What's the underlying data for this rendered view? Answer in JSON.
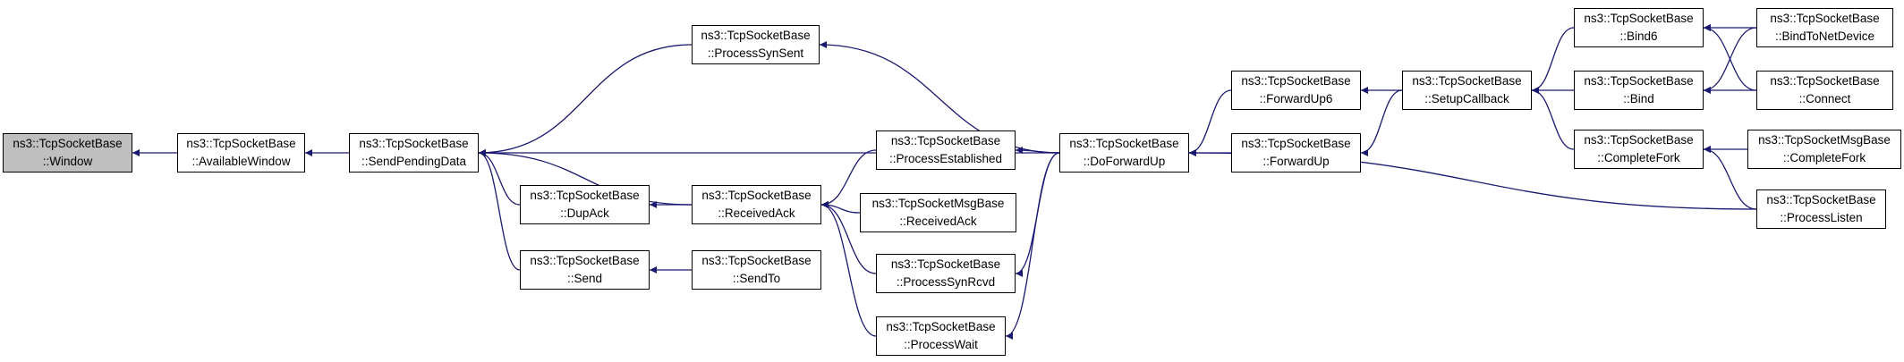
{
  "colors": {
    "edge": "#191970",
    "root_fill": "#bfbfbf",
    "node_fill": "#ffffff",
    "border": "#000000"
  },
  "nodes": {
    "window": {
      "line1": "ns3::TcpSocketBase",
      "line2": "::Window"
    },
    "available_window": {
      "line1": "ns3::TcpSocketBase",
      "line2": "::AvailableWindow"
    },
    "send_pending_data": {
      "line1": "ns3::TcpSocketBase",
      "line2": "::SendPendingData"
    },
    "process_syn_sent": {
      "line1": "ns3::TcpSocketBase",
      "line2": "::ProcessSynSent"
    },
    "dup_ack": {
      "line1": "ns3::TcpSocketBase",
      "line2": "::DupAck"
    },
    "send": {
      "line1": "ns3::TcpSocketBase",
      "line2": "::Send"
    },
    "process_established": {
      "line1": "ns3::TcpSocketBase",
      "line2": "::ProcessEstablished"
    },
    "received_ack": {
      "line1": "ns3::TcpSocketBase",
      "line2": "::ReceivedAck"
    },
    "msg_received_ack": {
      "line1": "ns3::TcpSocketMsgBase",
      "line2": "::ReceivedAck"
    },
    "process_syn_rcvd": {
      "line1": "ns3::TcpSocketBase",
      "line2": "::ProcessSynRcvd"
    },
    "send_to": {
      "line1": "ns3::TcpSocketBase",
      "line2": "::SendTo"
    },
    "process_wait": {
      "line1": "ns3::TcpSocketBase",
      "line2": "::ProcessWait"
    },
    "do_forward_up": {
      "line1": "ns3::TcpSocketBase",
      "line2": "::DoForwardUp"
    },
    "forward_up6": {
      "line1": "ns3::TcpSocketBase",
      "line2": "::ForwardUp6"
    },
    "forward_up": {
      "line1": "ns3::TcpSocketBase",
      "line2": "::ForwardUp"
    },
    "setup_callback": {
      "line1": "ns3::TcpSocketBase",
      "line2": "::SetupCallback"
    },
    "bind6": {
      "line1": "ns3::TcpSocketBase",
      "line2": "::Bind6"
    },
    "bind": {
      "line1": "ns3::TcpSocketBase",
      "line2": "::Bind"
    },
    "complete_fork": {
      "line1": "ns3::TcpSocketBase",
      "line2": "::CompleteFork"
    },
    "bind_to_net_device": {
      "line1": "ns3::TcpSocketBase",
      "line2": "::BindToNetDevice"
    },
    "connect": {
      "line1": "ns3::TcpSocketBase",
      "line2": "::Connect"
    },
    "msg_complete_fork": {
      "line1": "ns3::TcpSocketMsgBase",
      "line2": "::CompleteFork"
    },
    "process_listen": {
      "line1": "ns3::TcpSocketBase",
      "line2": "::ProcessListen"
    }
  },
  "edges": [
    {
      "from": "available_window",
      "to": "window"
    },
    {
      "from": "send_pending_data",
      "to": "available_window"
    },
    {
      "from": "process_syn_sent",
      "to": "send_pending_data"
    },
    {
      "from": "do_forward_up",
      "to": "send_pending_data"
    },
    {
      "from": "received_ack",
      "to": "send_pending_data"
    },
    {
      "from": "dup_ack",
      "to": "send_pending_data"
    },
    {
      "from": "send",
      "to": "send_pending_data"
    },
    {
      "from": "received_ack",
      "to": "dup_ack"
    },
    {
      "from": "send_to",
      "to": "send"
    },
    {
      "from": "do_forward_up",
      "to": "process_syn_sent"
    },
    {
      "from": "do_forward_up",
      "to": "process_established"
    },
    {
      "from": "process_established",
      "to": "received_ack"
    },
    {
      "from": "msg_received_ack",
      "to": "received_ack"
    },
    {
      "from": "process_syn_rcvd",
      "to": "received_ack"
    },
    {
      "from": "process_wait",
      "to": "received_ack"
    },
    {
      "from": "do_forward_up",
      "to": "process_syn_rcvd"
    },
    {
      "from": "do_forward_up",
      "to": "process_wait"
    },
    {
      "from": "forward_up6",
      "to": "do_forward_up"
    },
    {
      "from": "forward_up",
      "to": "do_forward_up"
    },
    {
      "from": "process_listen",
      "to": "do_forward_up"
    },
    {
      "from": "setup_callback",
      "to": "forward_up6"
    },
    {
      "from": "setup_callback",
      "to": "forward_up"
    },
    {
      "from": "bind6",
      "to": "setup_callback"
    },
    {
      "from": "bind",
      "to": "setup_callback"
    },
    {
      "from": "complete_fork",
      "to": "setup_callback"
    },
    {
      "from": "bind_to_net_device",
      "to": "bind6"
    },
    {
      "from": "connect",
      "to": "bind6"
    },
    {
      "from": "bind_to_net_device",
      "to": "bind"
    },
    {
      "from": "connect",
      "to": "bind"
    },
    {
      "from": "msg_complete_fork",
      "to": "complete_fork"
    },
    {
      "from": "process_listen",
      "to": "complete_fork"
    }
  ]
}
